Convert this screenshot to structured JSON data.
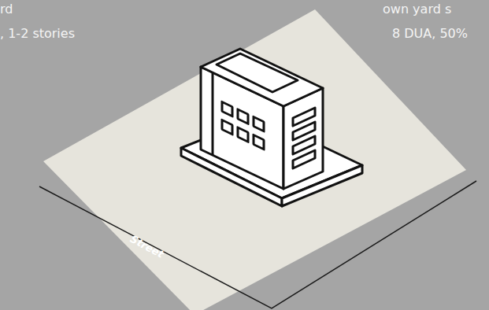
{
  "diagram": {
    "labels": [
      "rd",
      ", 1-2 stories",
      "own yard s",
      "8 DUA, 50%",
      "Street"
    ]
  }
}
